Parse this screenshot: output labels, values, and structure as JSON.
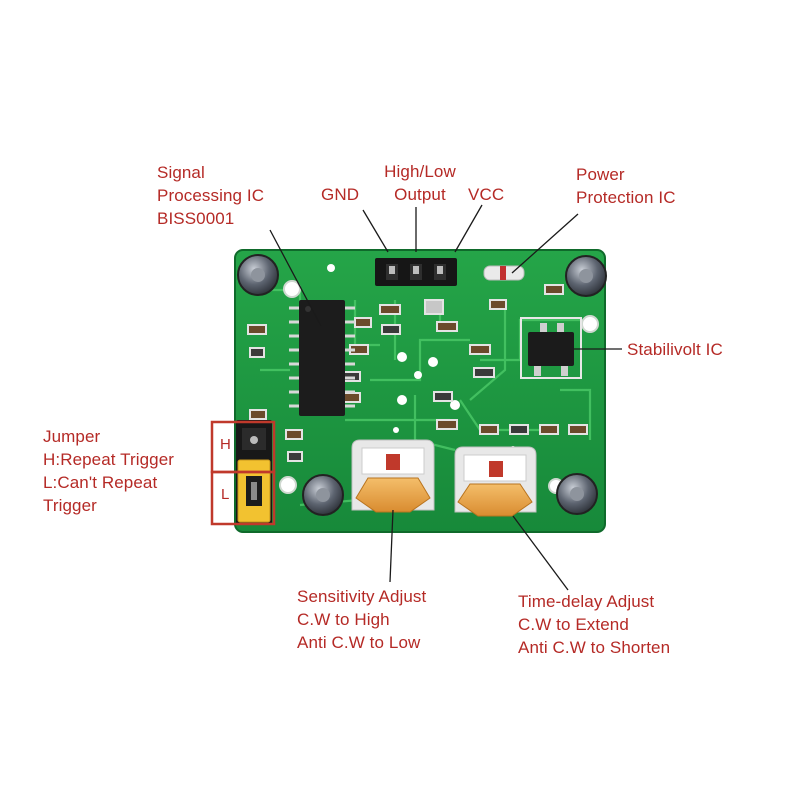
{
  "labels": {
    "signal_ic": [
      "Signal",
      "Processing IC",
      "BISS0001"
    ],
    "gnd": "GND",
    "output": [
      "High/Low",
      "Output"
    ],
    "vcc": "VCC",
    "power_ic": [
      "Power",
      "Protection IC"
    ],
    "stabilivolt": "Stabilivolt IC",
    "jumper": [
      "Jumper",
      "H:Repeat Trigger",
      "L:Can't Repeat",
      "Trigger"
    ],
    "sensitivity": [
      "Sensitivity Adjust",
      "C.W to High",
      "Anti C.W to Low"
    ],
    "time_delay": [
      "Time-delay Adjust",
      "C.W to Extend",
      "Anti C.W to Shorten"
    ]
  },
  "jumper_marks": {
    "high": "H",
    "low": "L"
  },
  "colors": {
    "label_text": "#b52a26",
    "pcb_green": "#1e9a3e",
    "pcb_trace": "#3fbf5e",
    "potentiometer": "#e8a347",
    "jumper_yellow": "#f2c230"
  }
}
